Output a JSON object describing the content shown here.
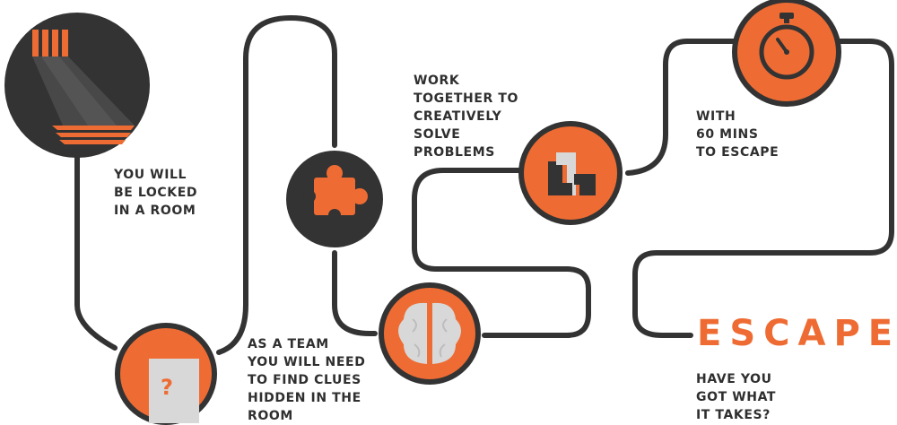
{
  "steps": {
    "locked": {
      "line1": "YOU WILL",
      "line2": "BE LOCKED",
      "line3": "IN A ROOM",
      "icon": "cell-window-icon"
    },
    "clues": {
      "line1": "AS A TEAM",
      "line2": "YOU WILL NEED",
      "line3": "TO FIND CLUES",
      "line4": "HIDDEN IN THE",
      "line5": "ROOM",
      "icon": "question-note-icon",
      "mark": "?"
    },
    "puzzle": {
      "icon": "puzzle-piece-icon"
    },
    "brain": {
      "icon": "brain-icon"
    },
    "teamwork": {
      "line1": "WORK",
      "line2": "TOGETHER TO",
      "line3": "CREATIVELY",
      "line4": "SOLVE",
      "line5": "PROBLEMS",
      "icon": "tetris-blocks-icon"
    },
    "timer": {
      "line1": "WITH",
      "line2": "60 MINS",
      "line3": "TO ESCAPE",
      "icon": "stopwatch-icon"
    },
    "escape": {
      "title": "ESCAPE",
      "line1": "HAVE YOU",
      "line2": "GOT WHAT",
      "line3": "IT TAKES?"
    }
  },
  "colors": {
    "accent": "#ee6c33",
    "dark": "#333333",
    "path": "#333333",
    "text": "#2f2f2f",
    "light": "#d8d8d8"
  }
}
